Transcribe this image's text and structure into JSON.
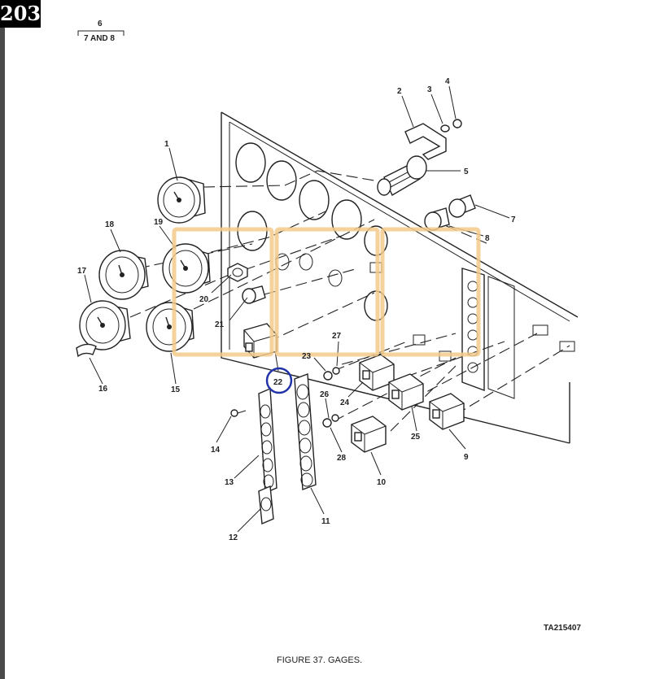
{
  "page_number": "203",
  "header_note": {
    "top": "6",
    "bottom": "7 AND 8"
  },
  "callouts": {
    "c1": "1",
    "c2": "2",
    "c3": "3",
    "c4": "4",
    "c5": "5",
    "c7": "7",
    "c8": "8",
    "c9": "9",
    "c10": "10",
    "c11": "11",
    "c12": "12",
    "c13": "13",
    "c14": "14",
    "c15": "15",
    "c16": "16",
    "c17": "17",
    "c18": "18",
    "c19": "19",
    "c20": "20",
    "c21": "21",
    "c22": "22",
    "c23": "23",
    "c24": "24",
    "c25": "25",
    "c26": "26",
    "c27": "27",
    "c28": "28"
  },
  "reference_code": "TA215407",
  "caption": "FIGURE 37. GAGES.",
  "colors": {
    "highlight_box": "#f3c98a",
    "selection_circle": "#2233aa"
  }
}
